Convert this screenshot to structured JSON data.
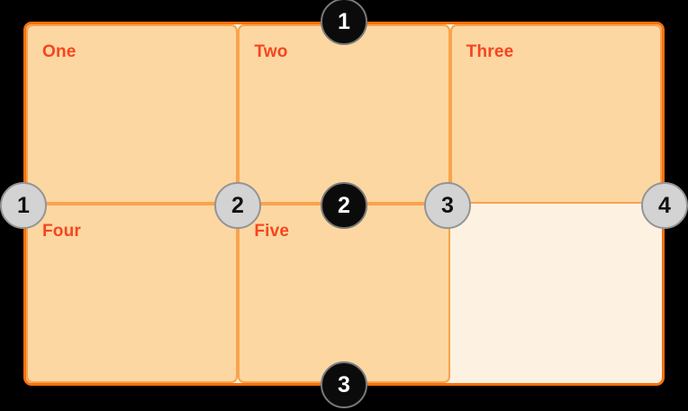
{
  "colors": {
    "canvas-bg": "#000000",
    "container-fill": "#FDF2E2",
    "container-border": "#F8700D",
    "cell-fill": "#FCD7A2",
    "cell-border": "#F9A34D",
    "label-color": "#F6451F",
    "row-marker-fill": "#0B0B0B",
    "row-marker-ring": "#7A7A7A",
    "row-marker-text": "#FFFFFF",
    "col-marker-fill": "#D3D3D3",
    "col-marker-ring": "#949494",
    "col-marker-text": "#111111"
  },
  "grid": {
    "cells": [
      {
        "label": "One"
      },
      {
        "label": "Two"
      },
      {
        "label": "Three"
      },
      {
        "label": "Four"
      },
      {
        "label": "Five"
      },
      {
        "label": ""
      }
    ]
  },
  "row_lines": {
    "markers": [
      {
        "number": "1"
      },
      {
        "number": "2"
      },
      {
        "number": "3"
      }
    ]
  },
  "column_lines": {
    "markers": [
      {
        "number": "1"
      },
      {
        "number": "2"
      },
      {
        "number": "3"
      },
      {
        "number": "4"
      }
    ]
  }
}
